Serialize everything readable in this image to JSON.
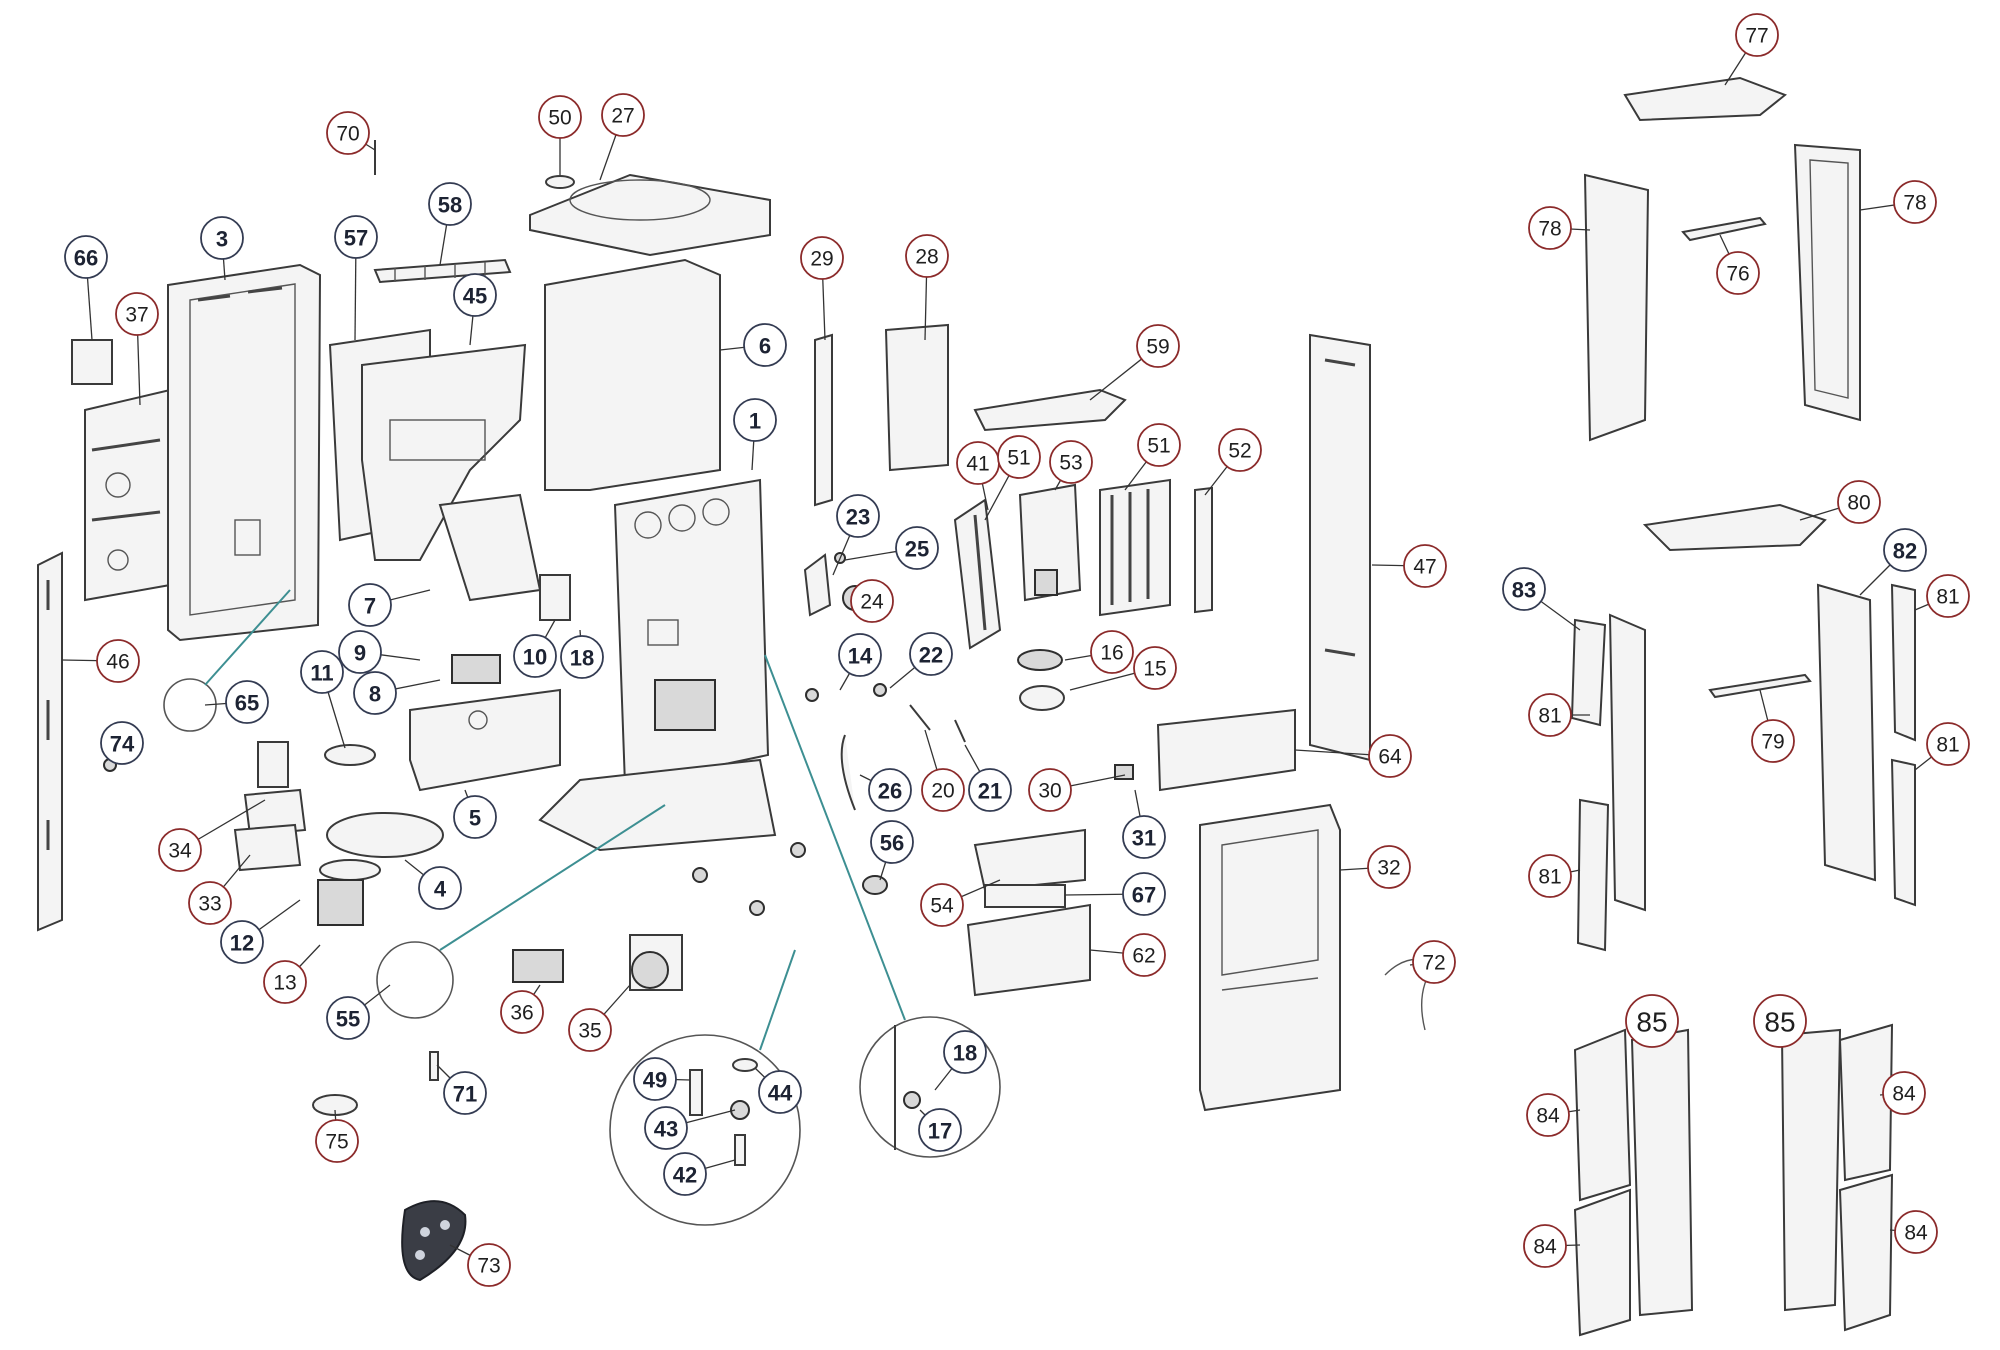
{
  "callouts": [
    {
      "label": "1",
      "style": "bold"
    },
    {
      "label": "3",
      "style": "bold"
    },
    {
      "label": "4",
      "style": "bold"
    },
    {
      "label": "5",
      "style": "bold"
    },
    {
      "label": "6",
      "style": "bold"
    },
    {
      "label": "7",
      "style": "bold"
    },
    {
      "label": "8",
      "style": "bold"
    },
    {
      "label": "9",
      "style": "bold"
    },
    {
      "label": "10",
      "style": "bold"
    },
    {
      "label": "11",
      "style": "bold"
    },
    {
      "label": "12",
      "style": "bold"
    },
    {
      "label": "13",
      "style": "plain"
    },
    {
      "label": "14",
      "style": "bold"
    },
    {
      "label": "15",
      "style": "plain"
    },
    {
      "label": "16",
      "style": "plain"
    },
    {
      "label": "17",
      "style": "bold"
    },
    {
      "label": "18",
      "style": "bold"
    },
    {
      "label": "18",
      "style": "bold"
    },
    {
      "label": "20",
      "style": "plain"
    },
    {
      "label": "21",
      "style": "bold"
    },
    {
      "label": "22",
      "style": "bold"
    },
    {
      "label": "23",
      "style": "bold"
    },
    {
      "label": "24",
      "style": "plain"
    },
    {
      "label": "25",
      "style": "bold"
    },
    {
      "label": "26",
      "style": "bold"
    },
    {
      "label": "27",
      "style": "plain"
    },
    {
      "label": "28",
      "style": "plain"
    },
    {
      "label": "29",
      "style": "plain"
    },
    {
      "label": "30",
      "style": "plain"
    },
    {
      "label": "31",
      "style": "bold"
    },
    {
      "label": "32",
      "style": "plain"
    },
    {
      "label": "33",
      "style": "plain"
    },
    {
      "label": "34",
      "style": "plain"
    },
    {
      "label": "35",
      "style": "plain"
    },
    {
      "label": "36",
      "style": "plain"
    },
    {
      "label": "37",
      "style": "plain"
    },
    {
      "label": "41",
      "style": "plain"
    },
    {
      "label": "42",
      "style": "bold"
    },
    {
      "label": "43",
      "style": "bold"
    },
    {
      "label": "44",
      "style": "bold"
    },
    {
      "label": "45",
      "style": "bold"
    },
    {
      "label": "46",
      "style": "plain"
    },
    {
      "label": "47",
      "style": "plain"
    },
    {
      "label": "49",
      "style": "bold"
    },
    {
      "label": "50",
      "style": "plain"
    },
    {
      "label": "51",
      "style": "plain"
    },
    {
      "label": "51",
      "style": "plain"
    },
    {
      "label": "52",
      "style": "plain"
    },
    {
      "label": "53",
      "style": "plain"
    },
    {
      "label": "54",
      "style": "plain"
    },
    {
      "label": "55",
      "style": "bold"
    },
    {
      "label": "56",
      "style": "bold"
    },
    {
      "label": "57",
      "style": "bold"
    },
    {
      "label": "58",
      "style": "bold"
    },
    {
      "label": "59",
      "style": "plain"
    },
    {
      "label": "62",
      "style": "plain"
    },
    {
      "label": "64",
      "style": "plain"
    },
    {
      "label": "65",
      "style": "bold"
    },
    {
      "label": "66",
      "style": "bold"
    },
    {
      "label": "67",
      "style": "bold"
    },
    {
      "label": "70",
      "style": "plain"
    },
    {
      "label": "71",
      "style": "bold"
    },
    {
      "label": "72",
      "style": "plain"
    },
    {
      "label": "73",
      "style": "plain"
    },
    {
      "label": "74",
      "style": "bold"
    },
    {
      "label": "75",
      "style": "plain"
    },
    {
      "label": "76",
      "style": "plain"
    },
    {
      "label": "77",
      "style": "plain"
    },
    {
      "label": "78",
      "style": "plain"
    },
    {
      "label": "78",
      "style": "plain"
    },
    {
      "label": "79",
      "style": "plain"
    },
    {
      "label": "80",
      "style": "plain"
    },
    {
      "label": "81",
      "style": "plain"
    },
    {
      "label": "81",
      "style": "plain"
    },
    {
      "label": "81",
      "style": "plain"
    },
    {
      "label": "81",
      "style": "plain"
    },
    {
      "label": "82",
      "style": "bold"
    },
    {
      "label": "83",
      "style": "bold"
    },
    {
      "label": "84",
      "style": "plain"
    },
    {
      "label": "84",
      "style": "plain"
    },
    {
      "label": "84",
      "style": "plain"
    },
    {
      "label": "84",
      "style": "plain"
    },
    {
      "label": "85",
      "style": "large"
    },
    {
      "label": "85",
      "style": "large"
    }
  ],
  "colors": {
    "background": "#ffffff",
    "part_outline": "#3a3a3a",
    "callout_ring": "#8b2a2a",
    "detail_leader": "#3d8f92"
  }
}
